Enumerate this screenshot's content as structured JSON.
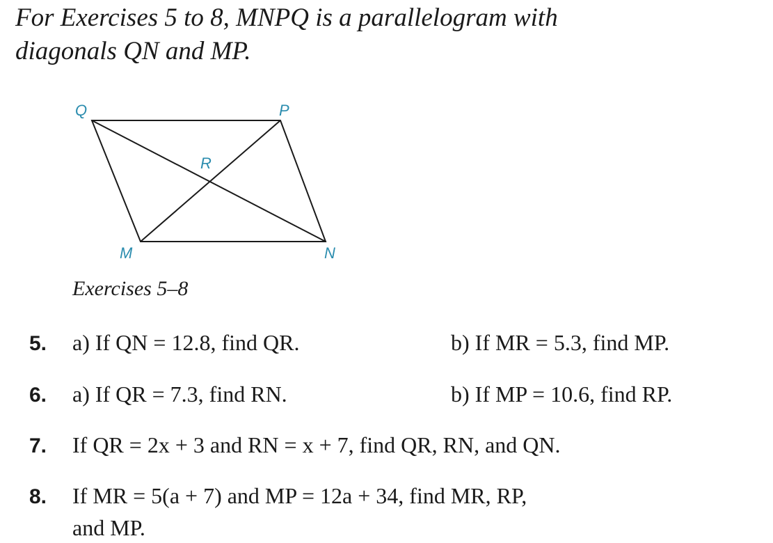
{
  "intro": {
    "line1": "For Exercises 5 to 8, MNPQ is a parallelogram with",
    "line2": "diagonals QN and MP."
  },
  "figure": {
    "labels": {
      "q": "Q",
      "p": "P",
      "r": "R",
      "m": "M",
      "n": "N"
    },
    "label_color": "#2a8cae",
    "caption": "Exercises 5–8"
  },
  "exercises": [
    {
      "num": "5.",
      "a": "a) If QN = 12.8, find QR.",
      "b": "b) If MR = 5.3, find MP."
    },
    {
      "num": "6.",
      "a": "a) If QR = 7.3, find RN.",
      "b": "b) If MP = 10.6, find RP."
    },
    {
      "num": "7.",
      "text": "If QR = 2x + 3 and RN = x + 7, find QR, RN, and QN."
    },
    {
      "num": "8.",
      "text": "If MR = 5(a + 7) and MP = 12a + 34, find MR, RP,",
      "cont": "and MP."
    }
  ]
}
